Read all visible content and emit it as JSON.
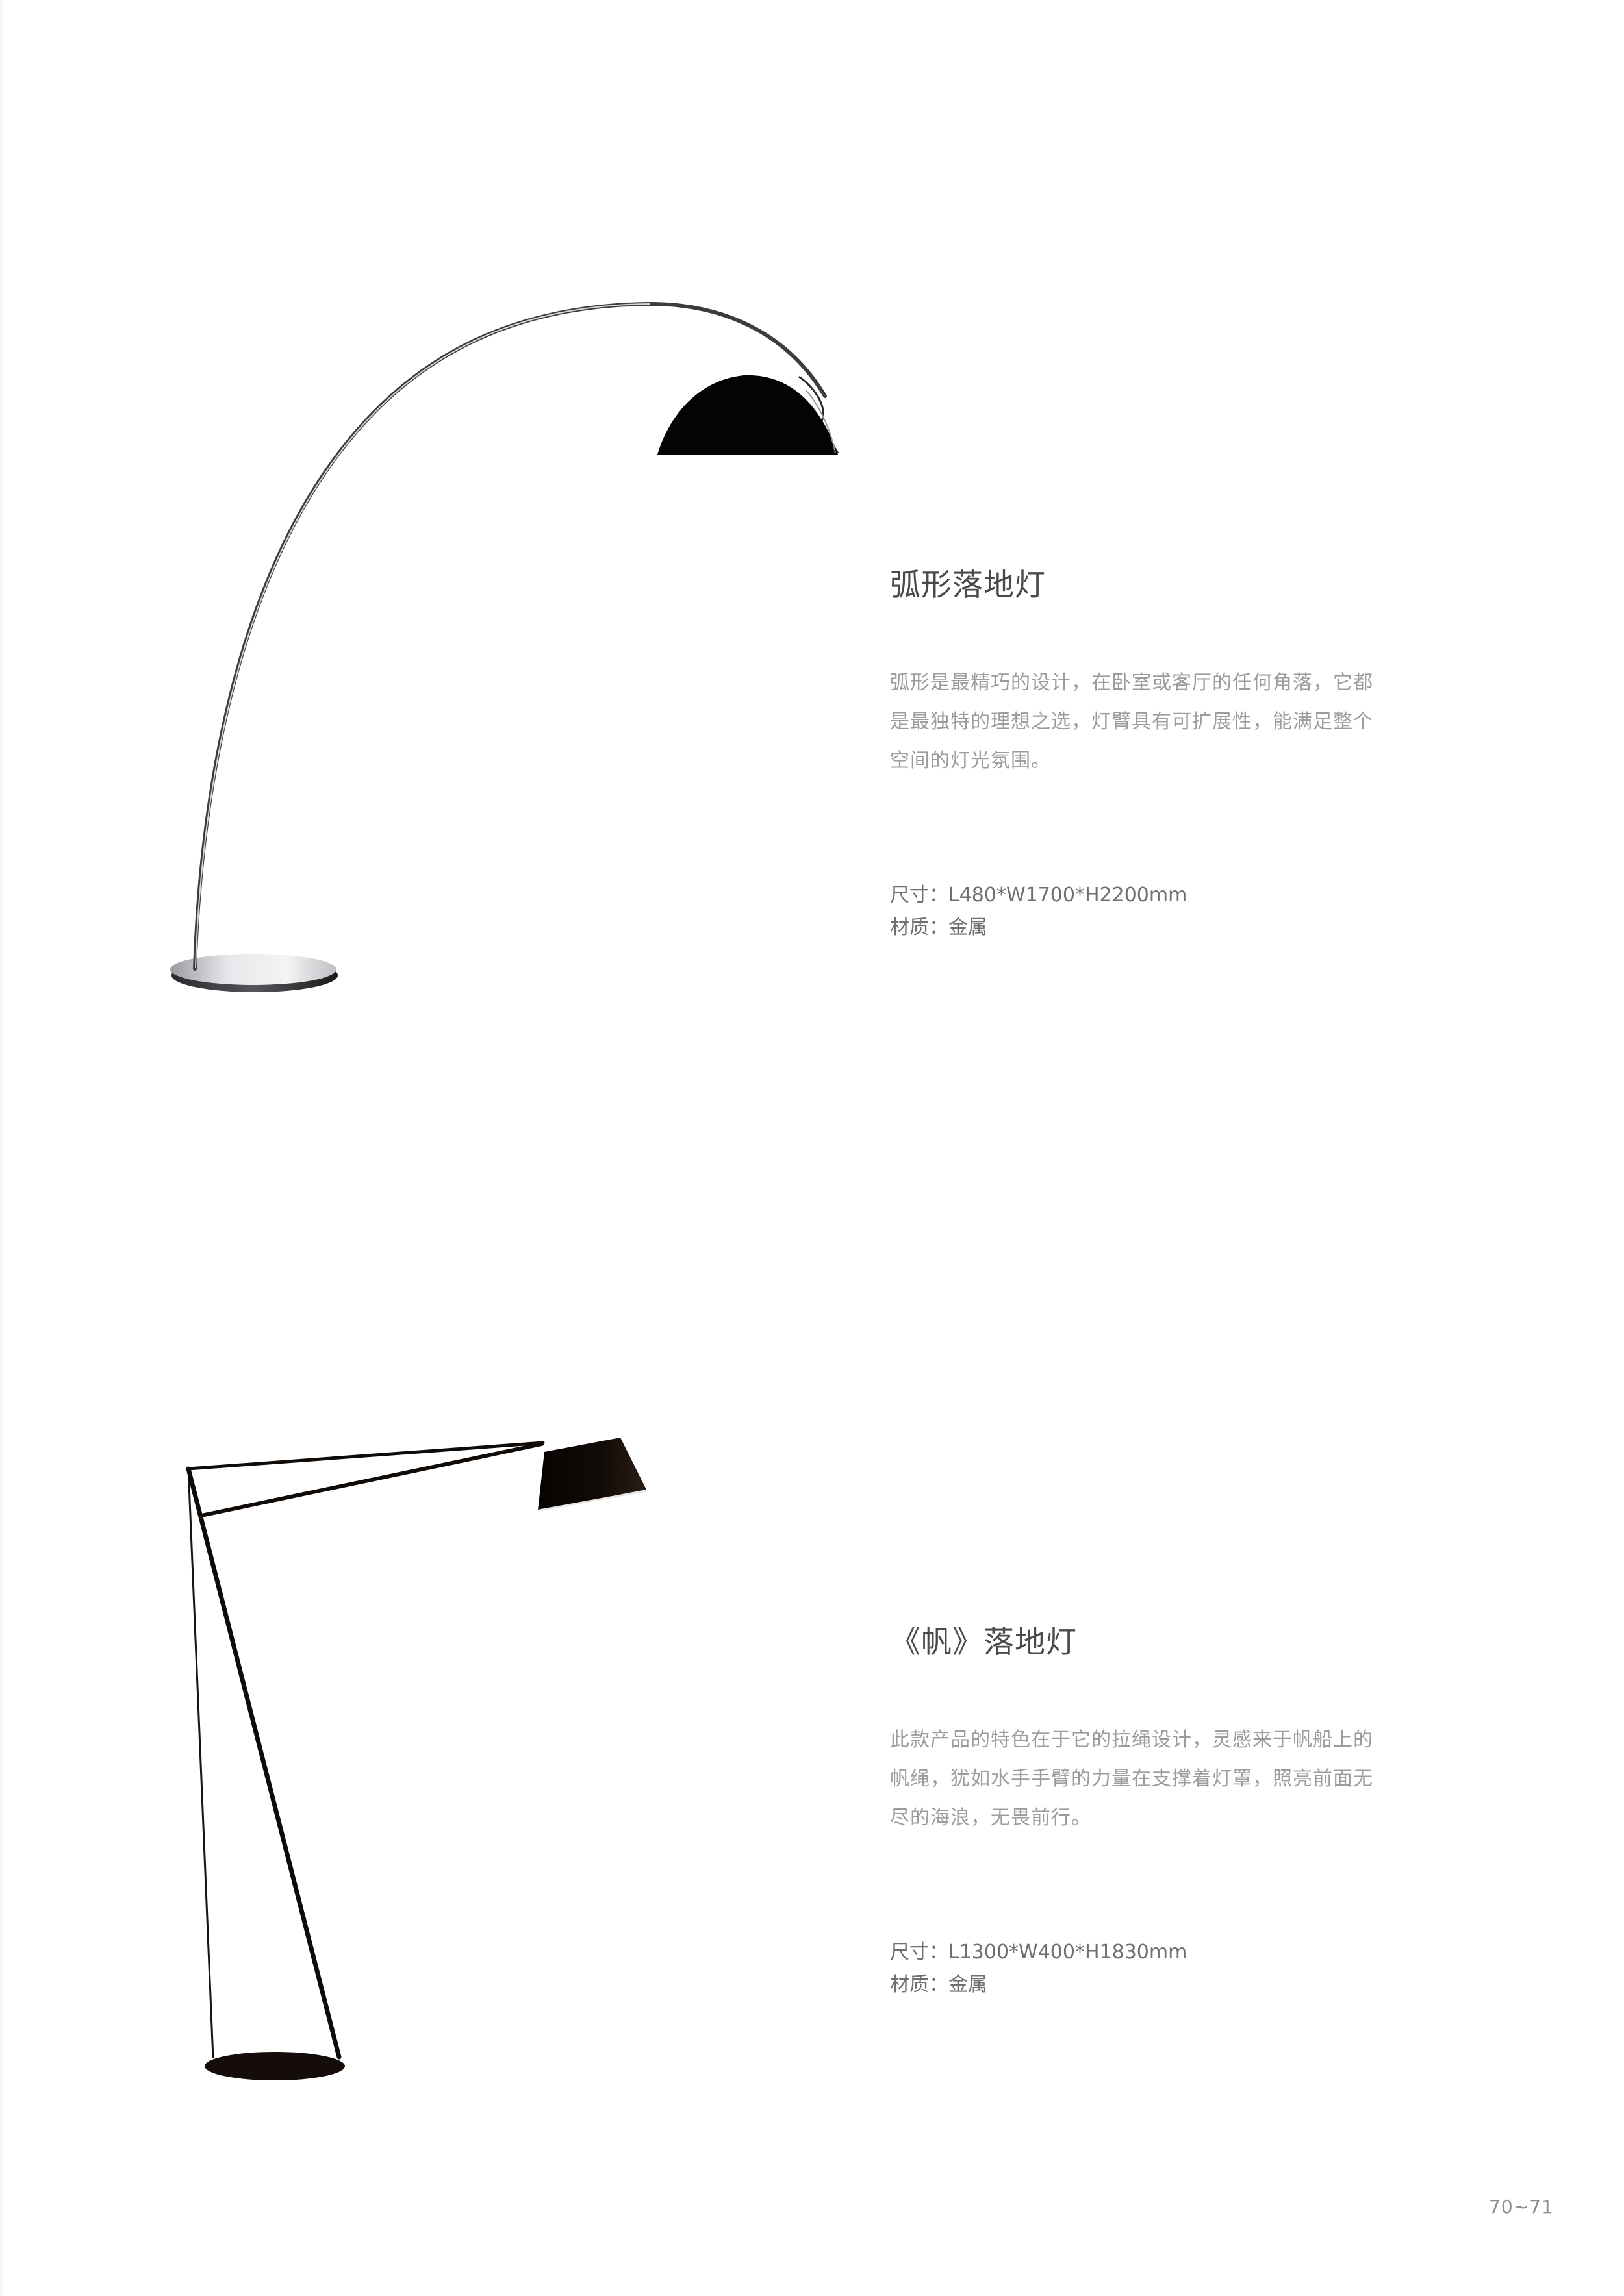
{
  "page": {
    "number": "70~71",
    "background": "#ffffff"
  },
  "products": [
    {
      "title": "弧形落地灯",
      "description_lines": [
        "弧形是最精巧的设计，在卧室或客厅的任何角落，它都",
        "是最独特的理想之选，灯臂具有可扩展性，能满足整个",
        "空间的灯光氛围。"
      ],
      "specs": {
        "size_label": "尺寸：",
        "size_value": "L480*W1700*H2200mm",
        "material_label": "材质：",
        "material_value": "金属"
      },
      "image": "arc-floor-lamp-illustration",
      "colors": {
        "shade": "#050303",
        "pole": "#8a8a8a",
        "base": "#c8c8cc"
      }
    },
    {
      "title": "《帆》落地灯",
      "description_lines": [
        "此款产品的特色在于它的拉绳设计，灵感来于帆船上的",
        "帆绳，犹如水手手臂的力量在支撑着灯罩，照亮前面无",
        "尽的海浪，无畏前行。"
      ],
      "specs": {
        "size_label": "尺寸：",
        "size_value": "L1300*W400*H1830mm",
        "material_label": "材质：",
        "material_value": "金属"
      },
      "image": "sail-floor-lamp-illustration",
      "colors": {
        "shade": "#0d0806",
        "pole": "#110b08",
        "base": "#150d0a"
      }
    }
  ]
}
